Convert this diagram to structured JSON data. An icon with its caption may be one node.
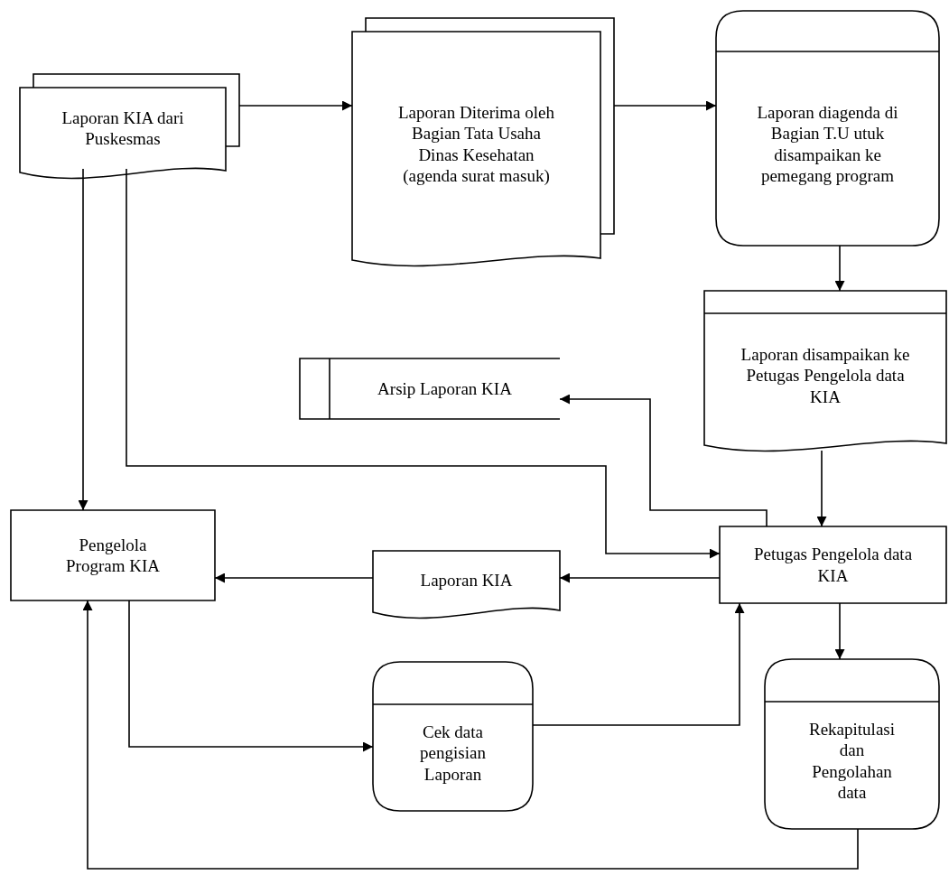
{
  "diagram": {
    "nodes": [
      {
        "text": [
          "Laporan KIA dari Puskesmas"
        ]
      },
      {
        "text": [
          "Laporan Diterima oleh Bagian Tata Usaha Dinas Kesehatan (agenda surat masuk)"
        ]
      },
      {
        "text": [
          "Laporan diagenda di Bagian T.U utuk disampaikan ke pemegang program"
        ]
      },
      {
        "text": [
          "Laporan disampaikan ke Petugas Pengelola data KIA"
        ]
      },
      {
        "text": [
          "Arsip Laporan KIA"
        ]
      },
      {
        "text": [
          "Pengelola Program KIA"
        ]
      },
      {
        "text": [
          "Laporan KIA"
        ]
      },
      {
        "text": [
          "Petugas Pengelola data KIA"
        ]
      },
      {
        "text": [
          "Cek data pengisian Laporan"
        ]
      },
      {
        "text": [
          "Rekapitulasi dan Pengolahan data"
        ]
      }
    ],
    "edges": [
      {
        "from": 0,
        "to": 1,
        "arrow": "to"
      },
      {
        "from": 1,
        "to": 2,
        "arrow": "to"
      },
      {
        "from": 2,
        "to": 3,
        "arrow": "to"
      },
      {
        "from": 3,
        "to": 7,
        "arrow": "to"
      },
      {
        "from": 0,
        "to": 5,
        "arrow": "to"
      },
      {
        "from": 0,
        "to": 7,
        "arrow": "to"
      },
      {
        "from": 7,
        "to": 4,
        "arrow": "to"
      },
      {
        "from": 7,
        "to": 6,
        "arrow": "to"
      },
      {
        "from": 6,
        "to": 5,
        "arrow": "to"
      },
      {
        "from": 5,
        "to": 8,
        "arrow": "to"
      },
      {
        "from": 8,
        "to": 7,
        "arrow": "to"
      },
      {
        "from": 7,
        "to": 9,
        "arrow": "to"
      },
      {
        "from": 9,
        "to": 5,
        "arrow": "to"
      }
    ]
  }
}
